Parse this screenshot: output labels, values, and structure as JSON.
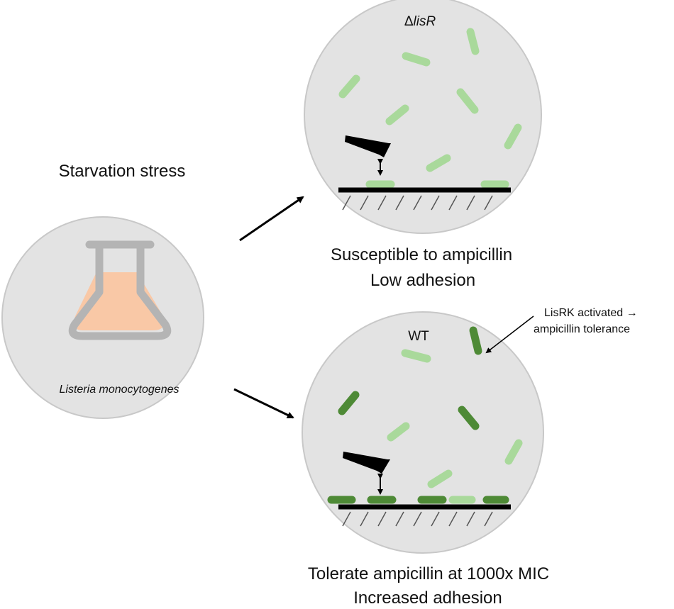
{
  "left": {
    "title": "Starvation stress",
    "flask_label": "Listeria monocytogenes"
  },
  "top_panel": {
    "header_prefix": "Δ",
    "header_italic": "lisR",
    "caption_line1": "Susceptible to ampicillin",
    "caption_line2": "Low adhesion"
  },
  "bottom_panel": {
    "header": "WT",
    "annotation_line1": "LisRK activated →",
    "annotation_line2": "ampicillin tolerance",
    "caption_line1": "Tolerate ampicillin at 1000x MIC",
    "caption_line2": "Increased adhesion"
  },
  "colors": {
    "circle_fill": "#e3e3e3",
    "circle_stroke": "#c8c8c8",
    "flask_gray": "#b4b4b4",
    "liquid": "#f9c8a6",
    "light_green": "#a9d99b",
    "dark_green": "#4e8a36",
    "black": "#000000"
  }
}
